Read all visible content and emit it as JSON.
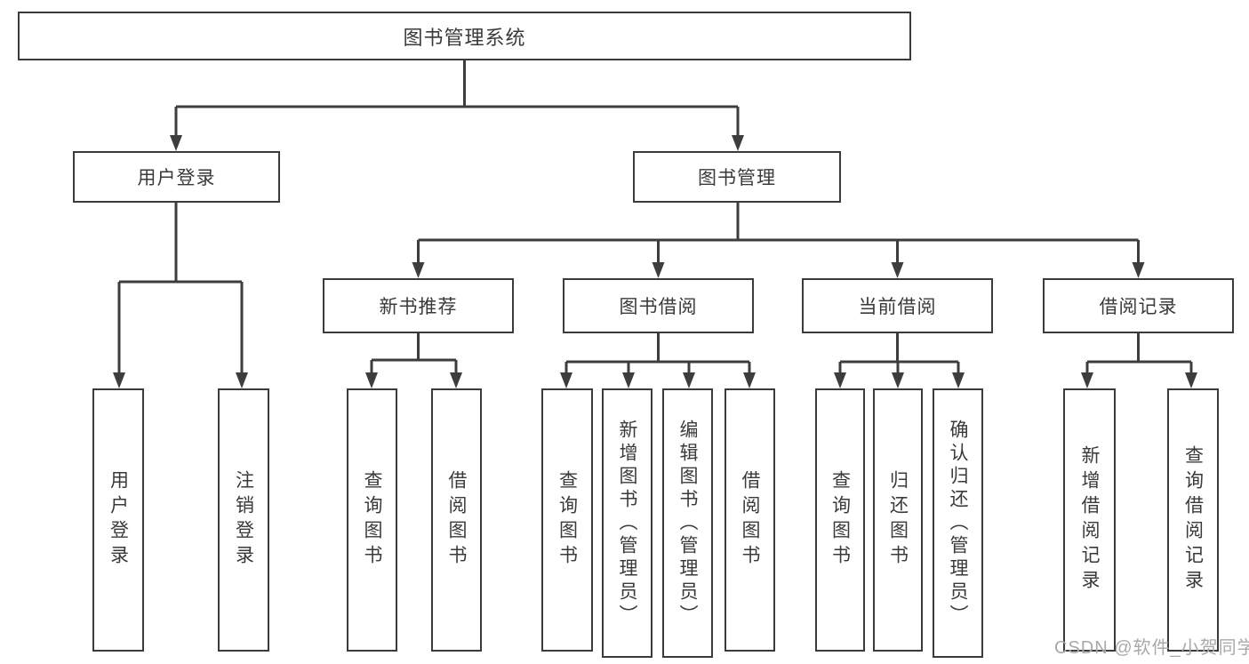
{
  "diagram": {
    "type": "hierarchy-tree",
    "tree": {
      "root": "图书管理系统",
      "user": {
        "label": "用户登录",
        "children": [
          "用户登录",
          "注销登录"
        ]
      },
      "mgmt": {
        "label": "图书管理",
        "sections": [
          {
            "label": "新书推荐",
            "children": [
              "查询图书",
              "借阅图书"
            ]
          },
          {
            "label": "图书借阅",
            "children": [
              "查询图书",
              "新增图书（管理员）",
              "编辑图书（管理员）",
              "借阅图书"
            ]
          },
          {
            "label": "当前借阅",
            "children": [
              "查询图书",
              "归还图书",
              "确认归还（管理员）"
            ]
          },
          {
            "label": "借阅记录",
            "children": [
              "新增借阅记录",
              "查询借阅记录"
            ]
          }
        ]
      }
    },
    "colors": {
      "line": "#3d3d3d",
      "border": "#3b3b3b",
      "text": "#3a3a3a",
      "background": "#ffffff",
      "watermark_text": "#a9a9a9"
    }
  },
  "watermark": "CSDN @软件_小贺同学"
}
